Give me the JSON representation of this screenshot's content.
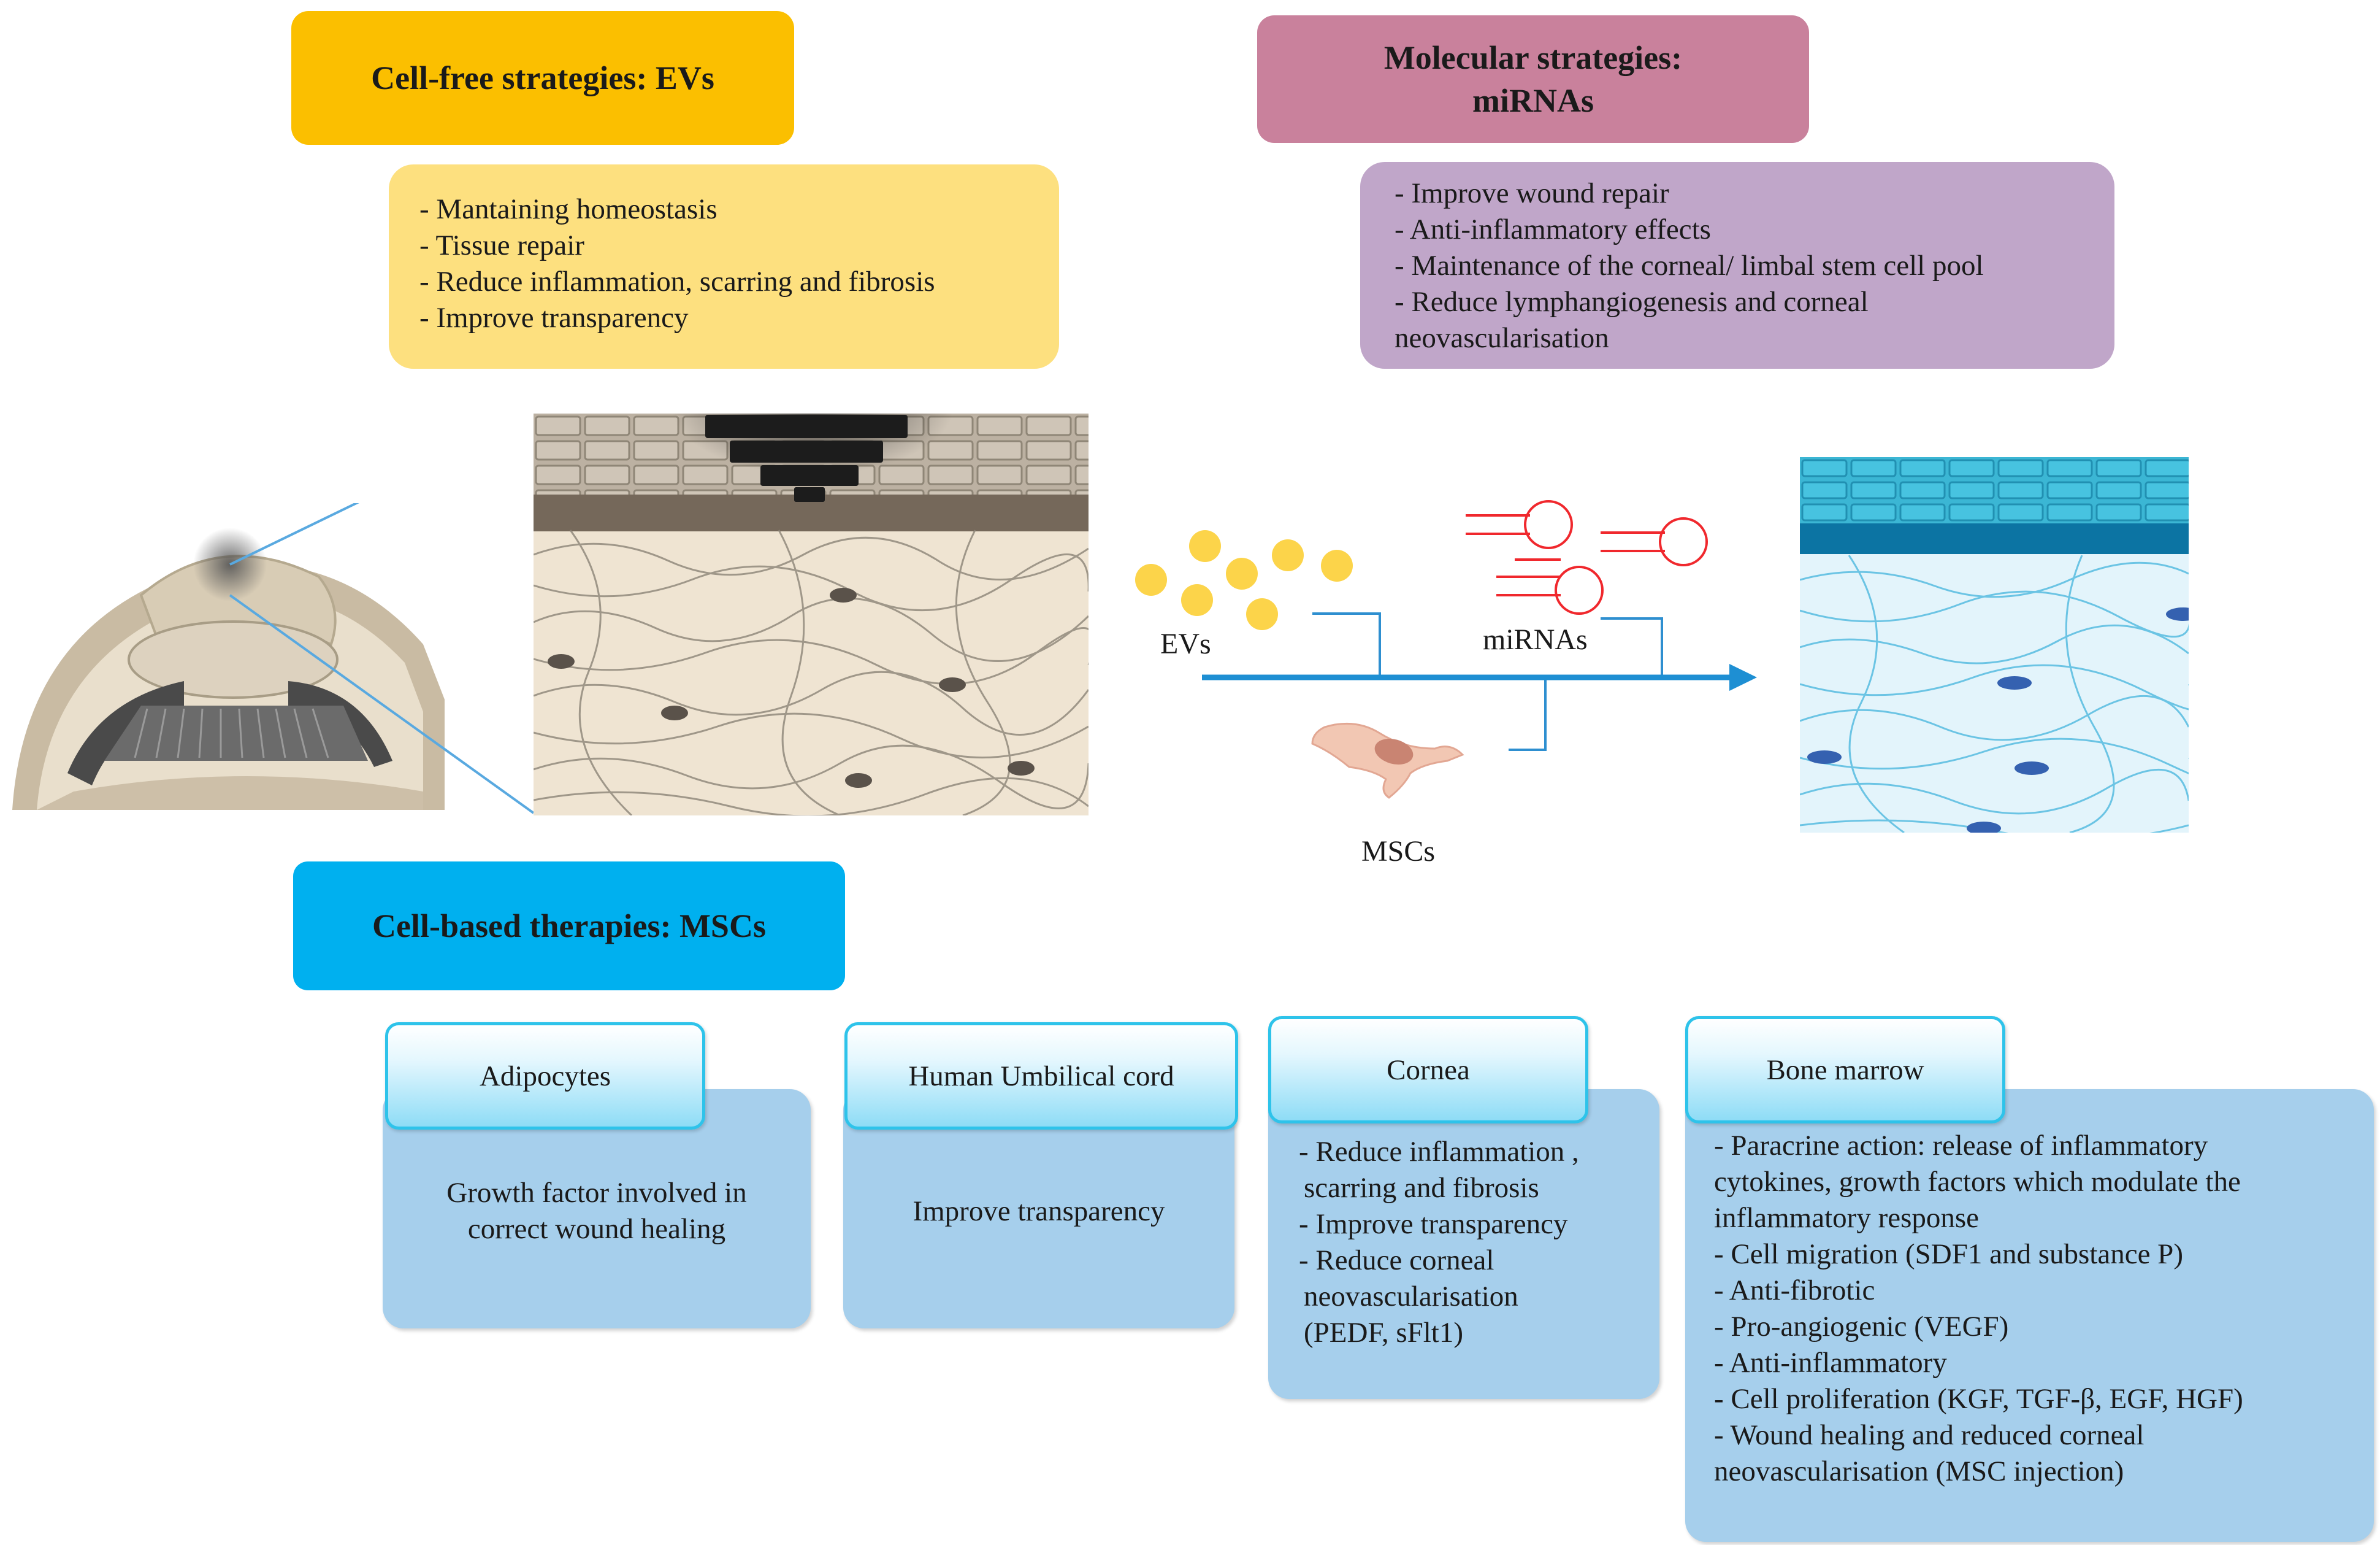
{
  "cell_free": {
    "title": "Cell-free strategies: EVs",
    "bullets": [
      "- Mantaining homeostasis",
      "- Tissue repair",
      "- Reduce inflammation, scarring and  fibrosis",
      "- Improve transparency"
    ]
  },
  "molecular": {
    "title_line1": "Molecular strategies:",
    "title_line2": "miRNAs",
    "bullets": [
      "- Improve wound repair",
      "- Anti-inflammatory effects",
      "- Maintenance of the corneal/ limbal stem cell pool",
      "- Reduce lymphangiogenesis and corneal",
      "neovascularisation"
    ]
  },
  "diagram": {
    "evs_label": "EVs",
    "mirnas_label": "miRNAs",
    "mscs_label": "MSCs"
  },
  "cell_based": {
    "title": "Cell-based therapies: MSCs",
    "sources": [
      {
        "name": "Adipocytes",
        "lines": [
          "Growth factor involved in",
          "correct wound healing"
        ]
      },
      {
        "name": "Human Umbilical cord",
        "lines": [
          "Improve transparency"
        ]
      },
      {
        "name": "Cornea",
        "lines": [
          "- Reduce inflammation ,",
          "scarring and fibrosis",
          "- Improve transparency",
          "- Reduce corneal",
          "neovascularisation",
          "(PEDF, sFlt1)"
        ]
      },
      {
        "name": "Bone marrow",
        "lines": [
          "- Paracrine action: release of inflammatory",
          "cytokines, growth factors which modulate the",
          "inflammatory response",
          "- Cell migration (SDF1 and substance P)",
          "- Anti-fibrotic",
          "- Pro-angiogenic (VEGF)",
          "- Anti-inflammatory",
          "- Cell proliferation (KGF, TGF-β, EGF, HGF)",
          "- Wound healing and reduced corneal",
          "neovascularisation (MSC injection)"
        ]
      }
    ]
  },
  "colors": {
    "evs_orange": "#fbbf00",
    "evs_light": "#fde07f",
    "mirna_pink": "#c9819c",
    "mirna_purple": "#c0a6c9",
    "msc_blue": "#00b0ef",
    "source_body": "#a6cfec",
    "source_border": "#2ec3ea",
    "arrow_blue": "#1e8fd3",
    "ev_dot": "#fcd44a",
    "mirna_red": "#f0282d"
  }
}
